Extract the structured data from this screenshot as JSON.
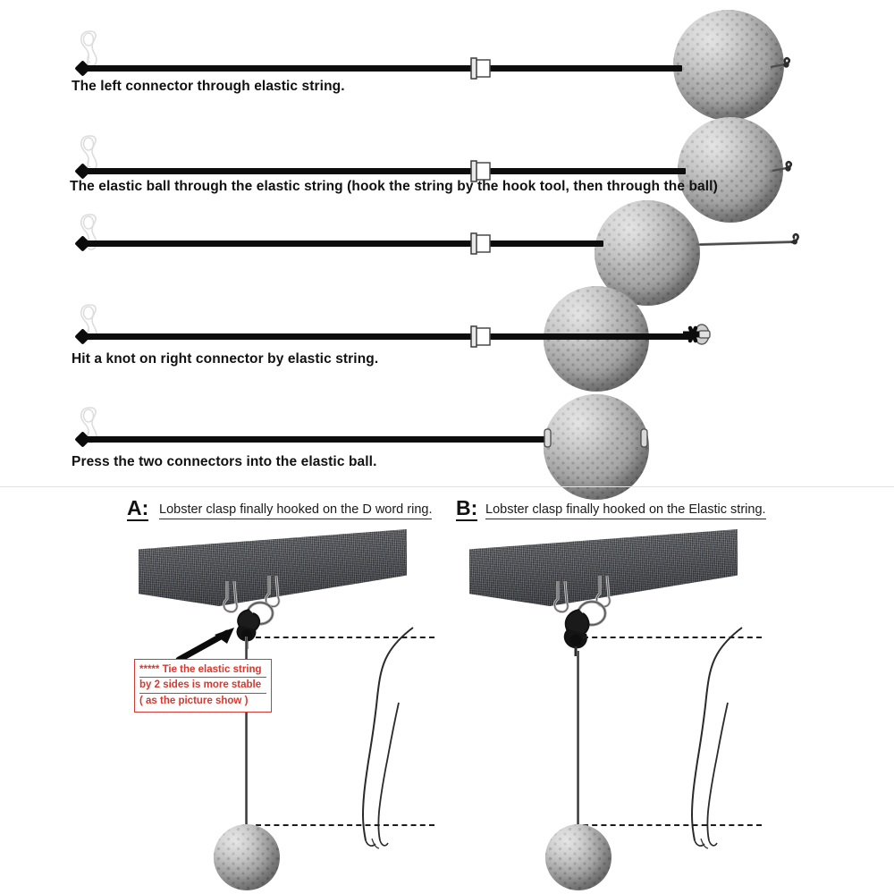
{
  "document": {
    "title": "Elastic reflex ball headband assembly instructions",
    "type": "instruction-diagram"
  },
  "steps": [
    {
      "index": 1,
      "caption": "The left connector through elastic string.",
      "has_ball": true,
      "has_barrel": true,
      "right_end": "hook-tool"
    },
    {
      "index": 2,
      "caption": "The elastic ball through the elastic string (hook the string by the hook tool, then through the ball)",
      "has_ball": true,
      "has_barrel": true,
      "right_end": "hook-tool"
    },
    {
      "index": 3,
      "caption": "",
      "has_ball": true,
      "has_barrel": true,
      "right_end": "hook-tool"
    },
    {
      "index": 4,
      "caption": "Hit a knot on right connector by elastic string.",
      "has_ball": true,
      "has_barrel": true,
      "right_end": "knot-on-connector"
    },
    {
      "index": 5,
      "caption": "Press the two connectors into the elastic ball.",
      "has_ball": true,
      "has_barrel": false,
      "right_end": "connector-in-ball"
    }
  ],
  "panels": [
    {
      "letter": "A:",
      "title": "Lobster clasp finally hooked on the D word ring.",
      "has_arrow": true,
      "has_note": true
    },
    {
      "letter": "B:",
      "title": "Lobster clasp finally hooked on the Elastic string.",
      "has_arrow": false,
      "has_note": false
    }
  ],
  "note": {
    "lines": [
      "***** Tie the elastic string",
      "by 2 sides is more stable",
      "( as the picture show )"
    ],
    "color": "#d8372e"
  },
  "colors": {
    "cord": "#0d0d0d",
    "ball_light": "#d3d3d3",
    "ball_dark": "#6f6f6f",
    "strap_dark": "#3c3e42",
    "note_red": "#d8372e",
    "background": "#ffffff"
  },
  "icons": {
    "lobster_clasp": "lobster-clasp-icon",
    "barrel_connector": "barrel-connector-icon",
    "hook_tool": "hook-tool-icon",
    "golf_ball": "golf-ball-icon",
    "arrow": "arrow-icon",
    "d_ring": "d-ring-icon",
    "arm_sketch": "arm-sketch-icon"
  }
}
